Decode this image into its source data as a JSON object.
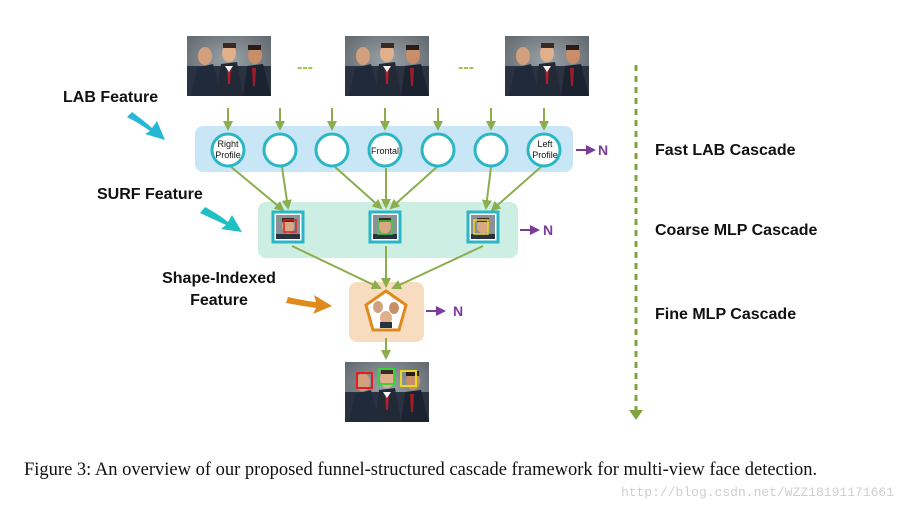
{
  "labels": {
    "lab_feature": "LAB Feature",
    "surf_feature": "SURF Feature",
    "shape_indexed_line1": "Shape-Indexed",
    "shape_indexed_line2": "Feature",
    "stage1": "Fast LAB Cascade",
    "stage2": "Coarse MLP Cascade",
    "stage3": "Fine MLP Cascade",
    "reject": "N",
    "ellipsis": "---"
  },
  "nodes": {
    "right_profile_line1": "Right",
    "right_profile_line2": "Profile",
    "frontal": "Frontal",
    "left_profile_line1": "Left",
    "left_profile_line2": "Profile"
  },
  "caption": "Figure 3: An overview of our proposed funnel-structured cascade framework for multi-view face detection.",
  "watermark": "http://blog.csdn.net/WZZ18191171661",
  "colors": {
    "lab_band": "#c9e6f7",
    "mlp_band": "#cdeee3",
    "fine_band": "#f7dcc0",
    "circle_stroke": "#2bb6c6",
    "arrow_green": "#8cad4e",
    "arrow_purple": "#7a3b9a",
    "stage_divider": "#7ea63e",
    "pointer_cyan": "#27b7d6",
    "pointer_teal": "#1fc0c4",
    "pointer_orange": "#e08a1e"
  }
}
